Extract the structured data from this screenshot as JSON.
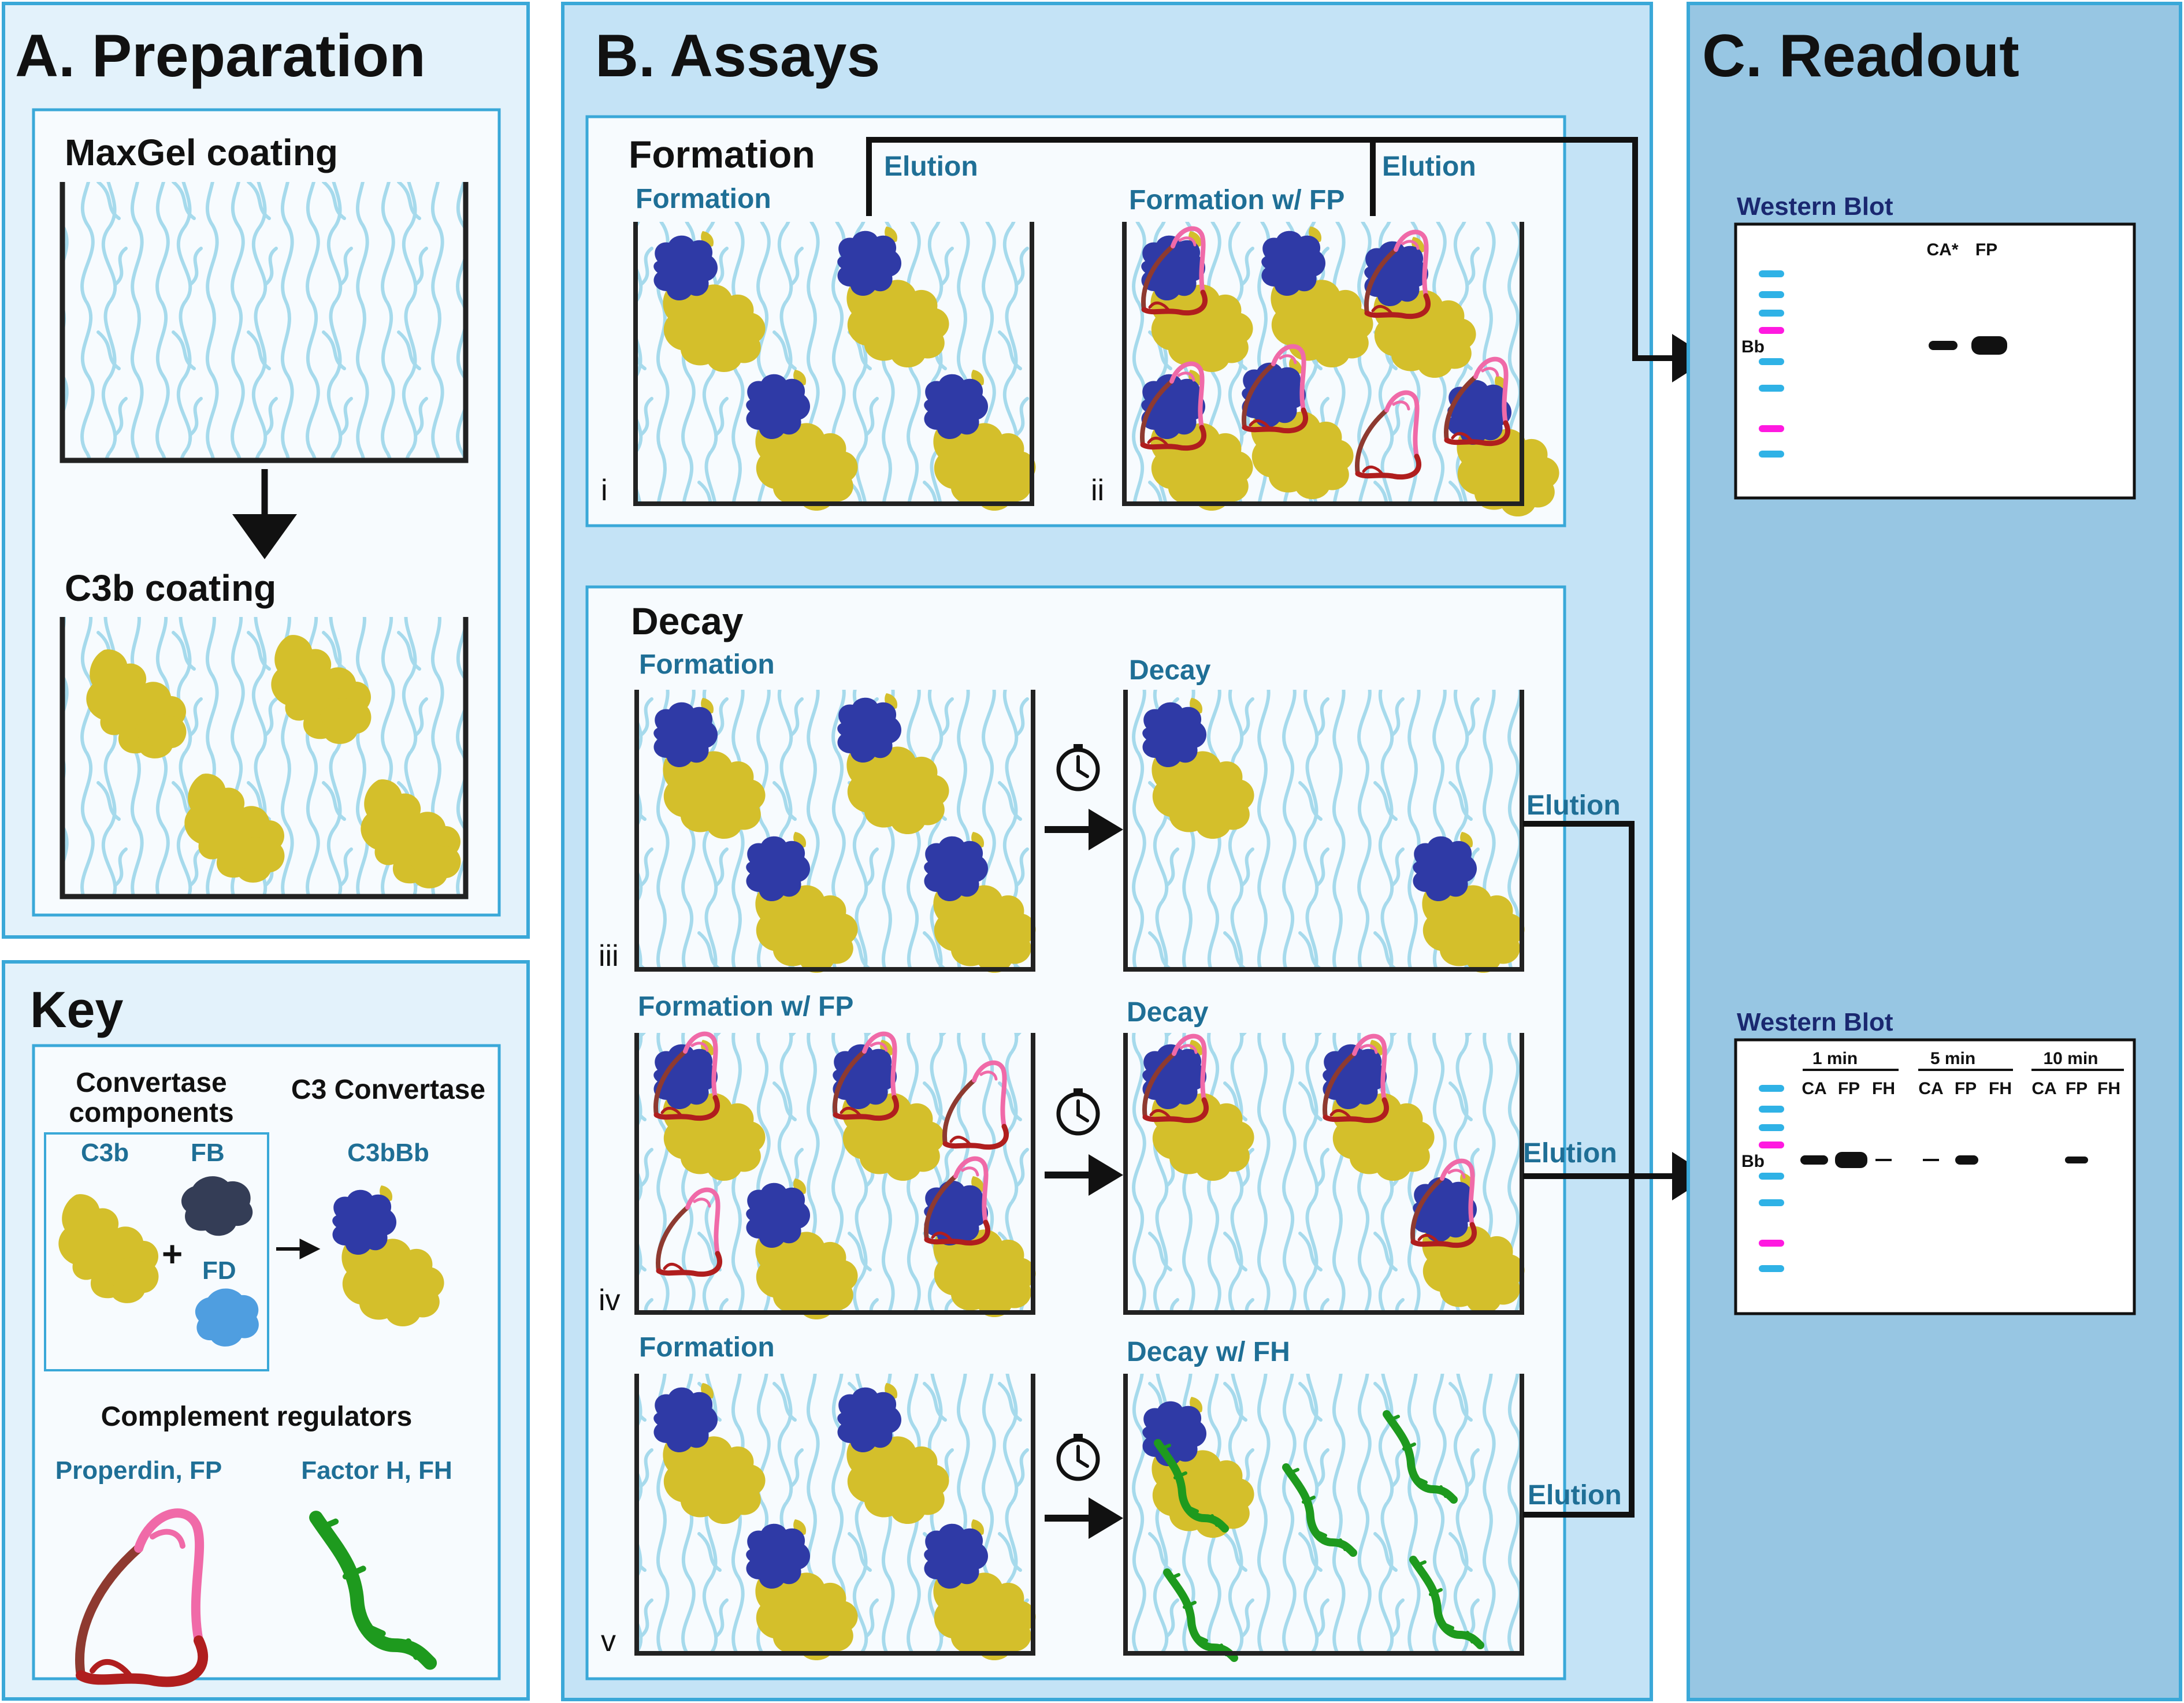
{
  "panels": {
    "preparation": {
      "title": "A. Preparation",
      "step1": "MaxGel coating",
      "step2": "C3b coating"
    },
    "key": {
      "title": "Key",
      "convertase_components": [
        "Convertase",
        "components"
      ],
      "c3_convertase": "C3 Convertase",
      "c3b": "C3b",
      "fb": "FB",
      "fd": "FD",
      "plus": "+",
      "c3bbb": "C3bBb",
      "regulators": "Complement regulators",
      "properdin": "Properdin, FP",
      "factor_h": "Factor H, FH"
    },
    "assays": {
      "title": "B. Assays",
      "formation_box": {
        "title": "Formation",
        "label_i": "Formation",
        "label_ii": "Formation w/ FP",
        "elution_1": "Elution",
        "elution_2": "Elution",
        "roman_i": "i",
        "roman_ii": "ii"
      },
      "decay_box": {
        "title": "Decay",
        "row_iii": {
          "left": "Formation",
          "right": "Decay",
          "elution": "Elution",
          "roman": "iii"
        },
        "row_iv": {
          "left": "Formation w/ FP",
          "right": "Decay",
          "elution": "Elution",
          "roman": "iv"
        },
        "row_v": {
          "left": "Formation",
          "right": "Decay w/ FH",
          "elution": "Elution",
          "roman": "v"
        }
      }
    },
    "readout": {
      "title": "C. Readout",
      "blot1": {
        "title": "Western Blot",
        "marker": "Bb",
        "lanes": [
          "CA*",
          "FP"
        ]
      },
      "blot2": {
        "title": "Western Blot",
        "marker": "Bb",
        "groups": [
          {
            "label": "1 min",
            "lanes": [
              "CA",
              "FP",
              "FH"
            ]
          },
          {
            "label": "5 min",
            "lanes": [
              "CA",
              "FP",
              "FH"
            ]
          },
          {
            "label": "10 min",
            "lanes": [
              "CA",
              "FP",
              "FH"
            ]
          }
        ]
      }
    }
  },
  "colors": {
    "panel_light": "#e3f2fb",
    "panel_mid": "#c4e3f6",
    "panel_dark": "#97c6e3",
    "panel_border": "#3aa8d8",
    "fiber": "#a6daec",
    "c3b": "#d4bf2b",
    "bb": "#2f3aa6",
    "fb": "#343d56",
    "fd": "#4f9ee0",
    "properdin_pink": "#f06aa8",
    "properdin_red": "#b01e1e",
    "properdin_brown": "#8e3a30",
    "factor_h": "#1e9a1e",
    "ladder_blue": "#2fb2e6",
    "ladder_magenta": "#ff19e0",
    "subtitle": "#1f6f96",
    "blot_title": "#1a2870"
  }
}
